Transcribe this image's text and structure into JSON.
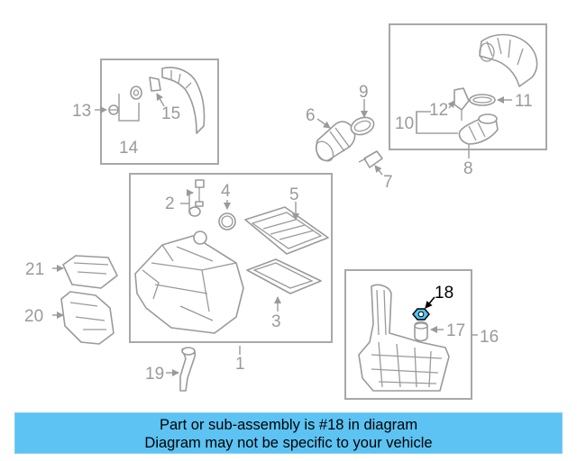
{
  "callouts": {
    "c1": "1",
    "c2": "2",
    "c3": "3",
    "c4": "4",
    "c5": "5",
    "c6": "6",
    "c7": "7",
    "c8": "8",
    "c9": "9",
    "c10": "10",
    "c11": "11",
    "c12": "12",
    "c13": "13",
    "c14": "14",
    "c15": "15",
    "c16": "16",
    "c17": "17",
    "c18": "18",
    "c19": "19",
    "c20": "20",
    "c21": "21"
  },
  "highlight_callout": "18",
  "colors": {
    "banner_bg": "#5cc3f3",
    "line_art": "#9a9a9a",
    "highlight": "#000000",
    "highlight_part": "#4fc3f7"
  },
  "banner": {
    "line1": "Part or sub-assembly is #18 in diagram",
    "line2": "Diagram may not be specific to your vehicle"
  }
}
